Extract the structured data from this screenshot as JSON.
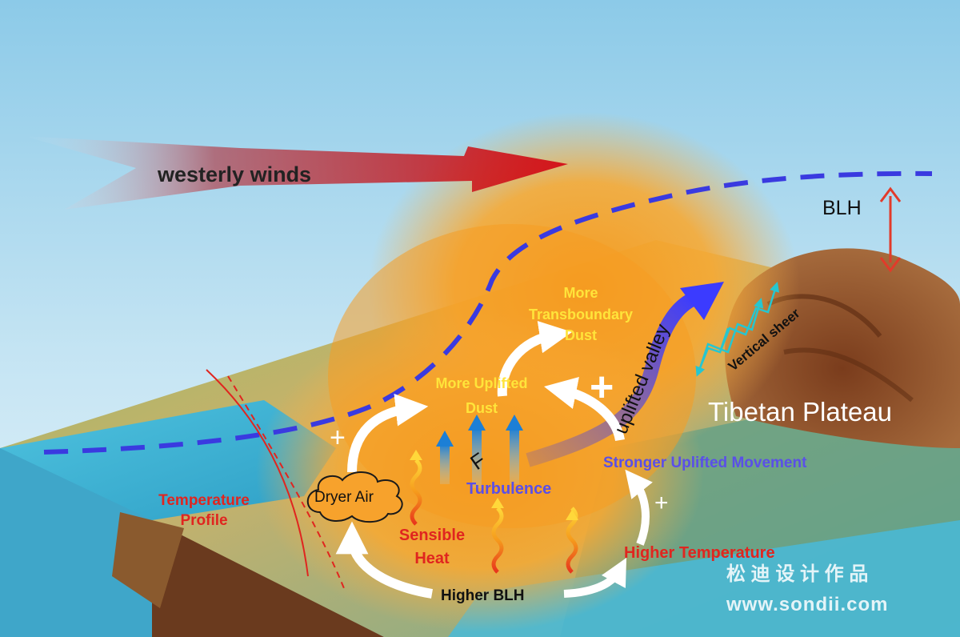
{
  "colors": {
    "sky_top": "#8fc9e6",
    "sky_bottom": "#dff0f8",
    "dust_orange": "#f7a22c",
    "blh_line": "#3b3bdc",
    "red_text": "#e0251f",
    "blue_text": "#5a4fe8",
    "yellow_text": "#ffe43a",
    "wind_arrow": "#c8181c",
    "cyan_arrow": "#26c6d0"
  },
  "labels": {
    "westerly_winds": "westerly winds",
    "blh": "BLH",
    "tibetan_plateau": "Tibetan Plateau",
    "more_transboundary_dust": [
      "More",
      "Transboundary",
      "Dust"
    ],
    "more_uplifted_dust": [
      "More Uplifted",
      "Dust"
    ],
    "uplifted_valley": "uplifted valley",
    "vertical_sheer": "Vertical sheer",
    "stronger_uplifted_movement": "Stronger Uplifted Movement",
    "turbulence": "Turbulence",
    "turbulence_symbol": "F",
    "dryer_air": "Dryer Air",
    "temperature_profile": [
      "Temperature",
      "Profile"
    ],
    "sensible_heat": [
      "Sensible",
      "Heat"
    ],
    "higher_temperature": "Higher Temperature",
    "higher_blh": "Higher BLH",
    "plus_left": "+",
    "plus_center": "+",
    "plus_right": "+"
  },
  "watermark": {
    "chinese": "松 迪 设 计 作 品",
    "url": "www.sondii.com"
  }
}
